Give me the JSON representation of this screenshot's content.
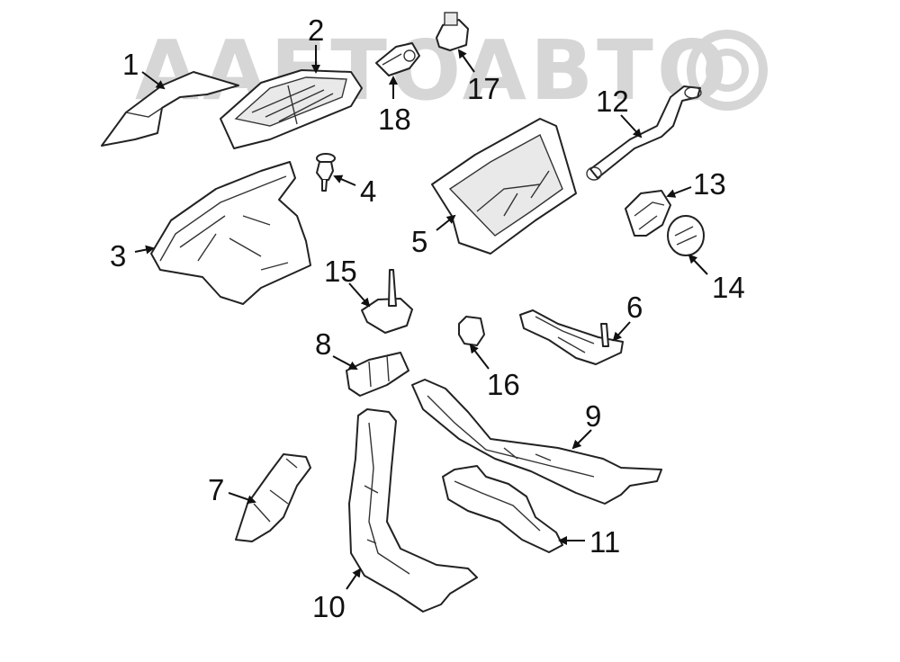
{
  "watermark": "AAETOABTO",
  "callouts": [
    "1",
    "2",
    "3",
    "4",
    "5",
    "6",
    "7",
    "8",
    "9",
    "10",
    "11",
    "12",
    "13",
    "14",
    "15",
    "16",
    "17",
    "18"
  ],
  "colors": {
    "ink": "#111111",
    "watermark": "#d6d6d6",
    "background": "#ffffff"
  }
}
